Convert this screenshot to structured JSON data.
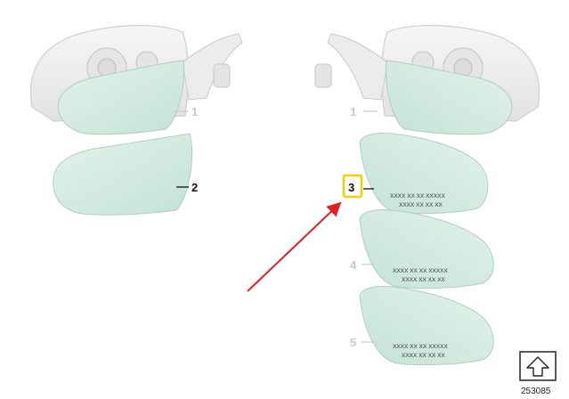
{
  "callouts": {
    "left_housing": "1",
    "left_glass": "2",
    "right_housing": "1",
    "right_glass_highlight": "3",
    "right_glass_4": "4",
    "right_glass_5": "5"
  },
  "glass_marks": {
    "line1": "XXXX XX XX XXXXX",
    "line2": "XXXX XX XX XX"
  },
  "diagram_ref": "253085",
  "colors": {
    "glass_fill": "#d4ece4",
    "glass_stroke": "#b8cfc8",
    "housing": "#eeeeee",
    "highlight_box": "#f2d000",
    "arrow": "#e02020"
  },
  "icons": {
    "orientation": "up-arrow-icon"
  }
}
